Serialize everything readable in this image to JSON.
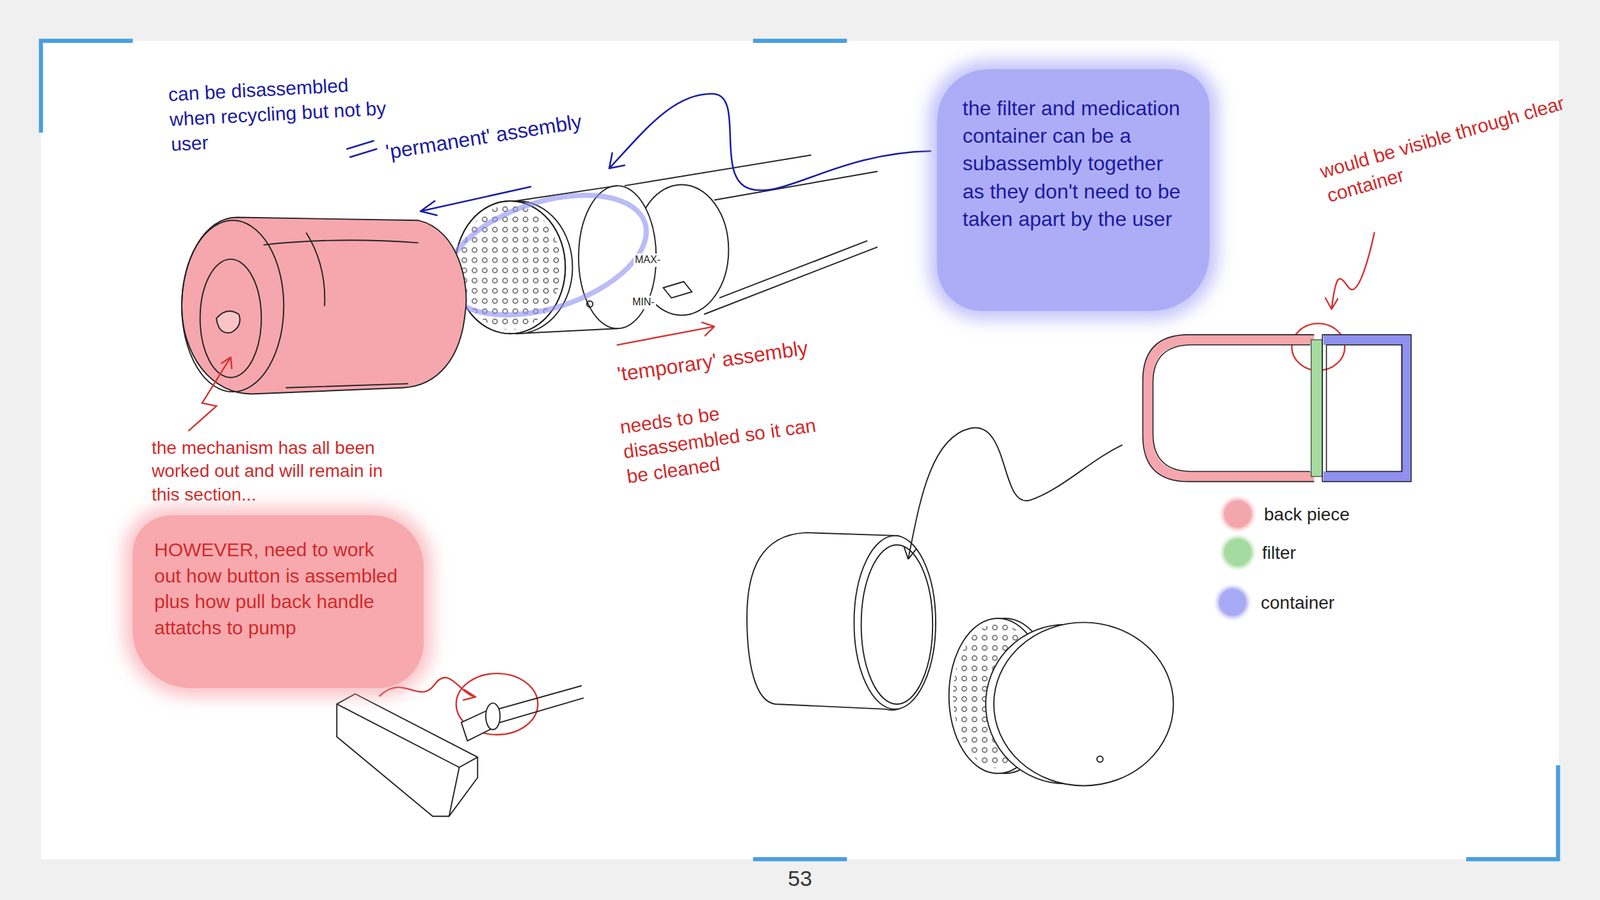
{
  "diagram": {
    "nodes": [
      {
        "text": [
          "the filter and medication container can be a subassembly together as they don't need to be taken apart by the user"
        ]
      },
      {
        "text": [
          "HOWEVER, need to work out how button is assembled plus how pull back handle attatchs to pump"
        ]
      }
    ],
    "labels": [
      "can be disassembled when recycling but not by user",
      "'permanent' assembly",
      "MAX-",
      "MIN-",
      "would be visible through clear container",
      "the mechanism has all been worked out and will remain in this section...",
      "'temporary' assembly",
      "needs to be disassembled so it can be cleaned",
      "53"
    ],
    "legend": [
      {
        "text": "back piece",
        "color": "#f4a6ad"
      },
      {
        "text": "filter",
        "color": "#a5dba0"
      },
      {
        "text": "container",
        "color": "#a9aaf5"
      }
    ]
  }
}
